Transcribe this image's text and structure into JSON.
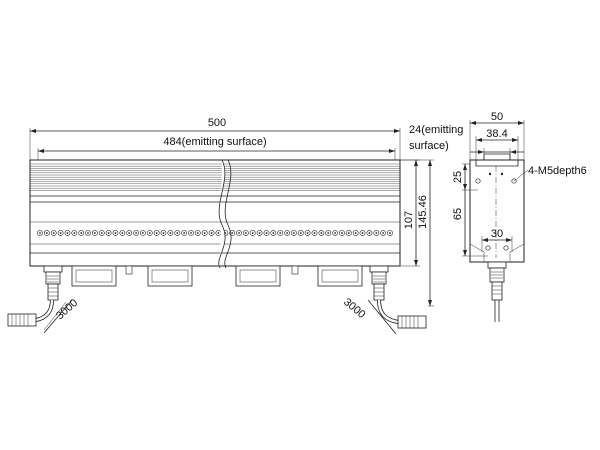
{
  "diagram": {
    "dimensions": {
      "total_length": "500",
      "emitting_length": "484(emitting surface)",
      "height_107": "107",
      "height_145": "145.46",
      "cable_left": "3000",
      "cable_right": "3000",
      "side_width": "50",
      "side_inner": "38.4",
      "side_emit_line1": "24(emitting",
      "side_emit_line2": "surface)",
      "side_25": "25",
      "side_65": "65",
      "side_30": "30",
      "mount_holes": "4-M5depth6"
    },
    "led_count": 52
  }
}
